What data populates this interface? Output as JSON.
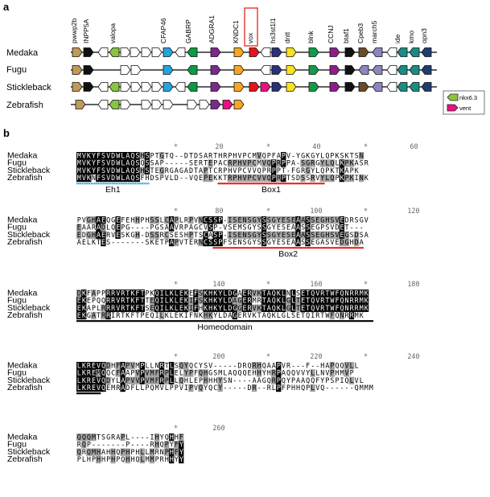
{
  "panel_a": {
    "label": "a",
    "gene_labels": [
      "pwwp2b",
      "INPP5A",
      "valopa",
      "CFAP46",
      "GABRP",
      "ADGRA1",
      "KNDC1",
      "vox",
      "hs3st1l1",
      "dntt",
      "blnk",
      "CCNJ",
      "btaf1",
      "Cpeb3",
      "march5",
      "ide",
      "kmo",
      "opn3"
    ],
    "highlighted_gene": "vox",
    "species": [
      "Medaka",
      "Fugu",
      "Stickleback",
      "Zebrafish"
    ],
    "legend": [
      {
        "label": "nkx6.3",
        "color": "#8dc43a"
      },
      {
        "label": "vent",
        "color": "#e6127e"
      }
    ]
  },
  "panel_b": {
    "label": "b",
    "blocks": [
      {
        "ruler": [
          "*",
          "20",
          "*",
          "40",
          "*",
          "60"
        ],
        "rows": [
          {
            "species": "Medaka",
            "seq": "MVKYFSVDWLAQSHSPTGTQ--DTDSARTHRPHVPCMVQPFAPV-YGKGYLQPKSKTSN"
          },
          {
            "species": "Fugu",
            "seq": "MVKYFSVDWLAQSQSSAP-----SERTEPACRPHVPCMVQPRPPA-SGRGYLQLKPKASR"
          },
          {
            "species": "Stickleback",
            "seq": "MVKYFSVDWLAQSHSTEGRGAGADTAPTCRPHVPCVVQPRPPT-FGRGYLQPKTKAPK"
          },
          {
            "species": "Zebrafish",
            "seq": "MVKNFSVDWLAQSFHDSPVLD--VQEPEKKTRPHVPCVVQPRPTSDSSRVYLQPKPKINK"
          }
        ],
        "annotations": [
          {
            "label": "Eh1",
            "color": "#1ea3e0"
          },
          {
            "label": "Box1",
            "color": "#e8271c"
          }
        ]
      },
      {
        "ruler": [
          "*",
          "80",
          "*",
          "100",
          "*",
          "120"
        ],
        "rows": [
          {
            "species": "Medaka",
            "seq": "PVGHAEQGEFEHHPHSSLCAPLRPVNCSSP-ISENSGYSSGYESEAASSEGHSVEDRSGV"
          },
          {
            "species": "Fugu",
            "seq": "EAARADLQEPG----PGSAAVRPAGCVSP-VSEMSGYSSGYESEAASSEGPSVDET---"
          },
          {
            "species": "Stickleback",
            "seq": "EDGHAERVESKGH-DSSRCSESHPTSCASP-ISENSGYSSGYESEAASSEGHSVEGSDSA"
          },
          {
            "species": "Zebrafish",
            "seq": "AELKTES-------SKETPAPVTERNCSSPFSENSGYSSGYESEAASSEGASVEDGHDA"
          }
        ],
        "annotations": [
          {
            "label": "Box2",
            "color": "#e8271c"
          }
        ]
      },
      {
        "ruler": [
          "*",
          "140",
          "*",
          "160",
          "*",
          "180"
        ],
        "rows": [
          {
            "species": "Medaka",
            "seq": "DKFAPPRRVRTKFTPKQILKLEKEFSKHKYLDGAERVKTAQKLNLSETQVRTWFQNRRMK"
          },
          {
            "species": "Fugu",
            "seq": "EKEPQQRRVRTKFTTEQILKLEKIFSKHKYLDAGERMRTAQKLGLTETQVRTWFQNRRMK"
          },
          {
            "species": "Stickleback",
            "seq": "EKAPLRRRVRTKFTSEQILKLEKIFHKHKYLDGGERVKTAQKLGLTETQVRTWFQNRRMK"
          },
          {
            "species": "Zebrafish",
            "seq": "EKGATRRIRTKFTPEQILKLEKIFNKHKYLDAGERVKTAQKLGLSETQIRTWFQNRRMK"
          }
        ],
        "annotations": [
          {
            "label": "Homeodomain",
            "color": "#000000"
          }
        ]
      },
      {
        "ruler": [
          "*",
          "200",
          "*",
          "220",
          "*",
          "240"
        ],
        "rows": [
          {
            "species": "Medaka",
            "seq": "LKREVQDHFAPVMPLLNRTLSQYQCYSV-----DRQRHQAAPVR---F--HAPQQVLL"
          },
          {
            "species": "Fugu",
            "seq": "LKREMQQCFAAPVPVMFRPLELYPFQHGSMLAQQQEHHYHRPAQQVVYLLNVPHMVP"
          },
          {
            "species": "Stickleback",
            "seq": "LKREVQDYLAPVVPVMFRPLLQHLEPHHHYSN----AAGQRPQYPAAQQFYPSPIQLVL"
          },
          {
            "species": "Zebrafish",
            "seq": "LKREVQEMRADFLLPQMVLPPVIPVQYQCY-----DR--RLPFPHHQPLVQ------QMMM"
          }
        ],
        "annotations": []
      },
      {
        "ruler": [
          "*",
          "260"
        ],
        "rows": [
          {
            "species": "Medaka",
            "seq": "QQQMTSGRAPL----IHYQHHF"
          },
          {
            "species": "Fugu",
            "seq": "RQP-------P----RHQPYFY"
          },
          {
            "species": "Stickleback",
            "seq": "QRQMHAHHQPHPHLLMRNPHFY"
          },
          {
            "species": "Zebrafish",
            "seq": "PLHPHHPHPQHHQLMMPRHHYY"
          }
        ],
        "annotations": []
      }
    ]
  },
  "colors": {
    "identical": "#000000",
    "similar": "#a3a3a3",
    "eh1": "#1ea3e0",
    "box": "#e8271c",
    "homeodomain": "#000000"
  }
}
